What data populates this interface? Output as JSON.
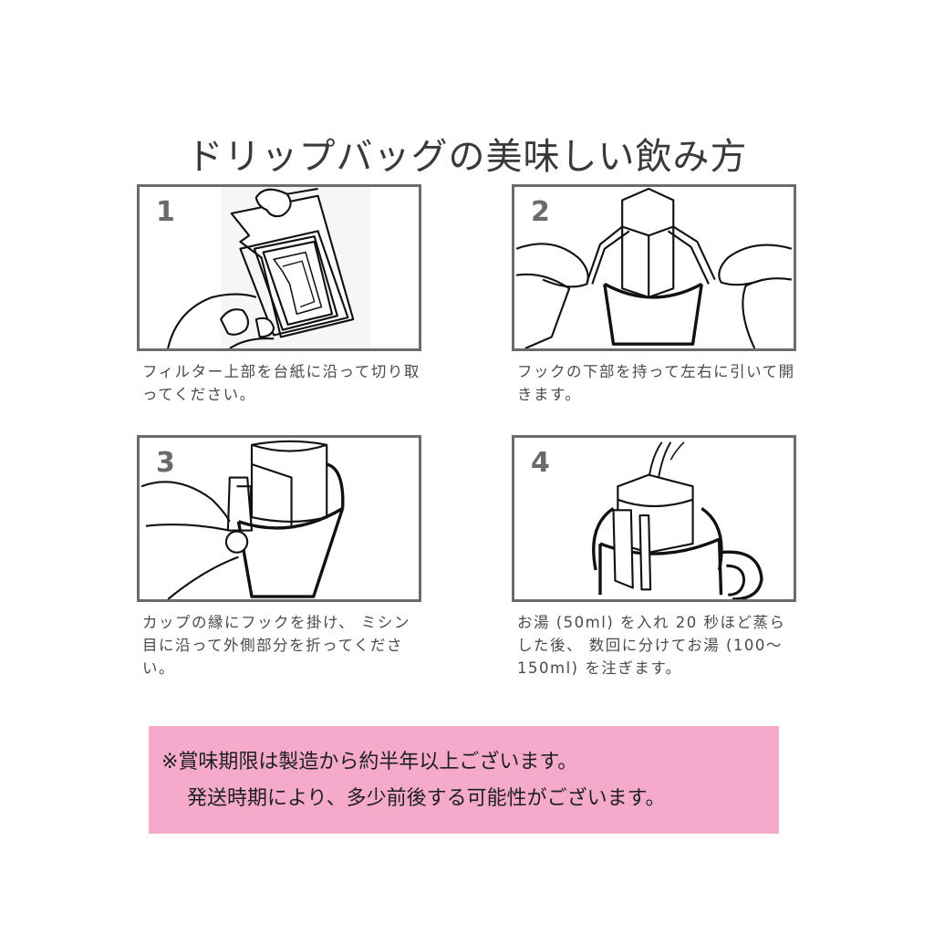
{
  "page": {
    "title": "ドリップバッグの美味しい飲み方",
    "colors": {
      "frame_border": "#6b6b6b",
      "step_number": "#6a6a6a",
      "note_background": "#f5aacb",
      "text": "#4a4a4a"
    }
  },
  "steps": [
    {
      "number": "1",
      "illustration": "hand-tearing-filter-top-icon",
      "caption": "フィルター上部を台紙に沿って切り取ってください。"
    },
    {
      "number": "2",
      "illustration": "hands-opening-hooks-icon",
      "caption": "フックの下部を持って左右に引いて開きます。"
    },
    {
      "number": "3",
      "illustration": "hook-on-cup-rim-icon",
      "caption": "カップの縁にフックを掛け、 ミシン目に沿って外側部分を折ってください。"
    },
    {
      "number": "4",
      "illustration": "pouring-hot-water-icon",
      "caption": "お湯 (50ml) を入れ 20 秒ほど蒸らした後、 数回に分けてお湯 (100〜150ml) を注ぎます。"
    }
  ],
  "note": {
    "line1": "※賞味期限は製造から約半年以上ございます。",
    "line2": "発送時期により、多少前後する可能性がございます。"
  }
}
